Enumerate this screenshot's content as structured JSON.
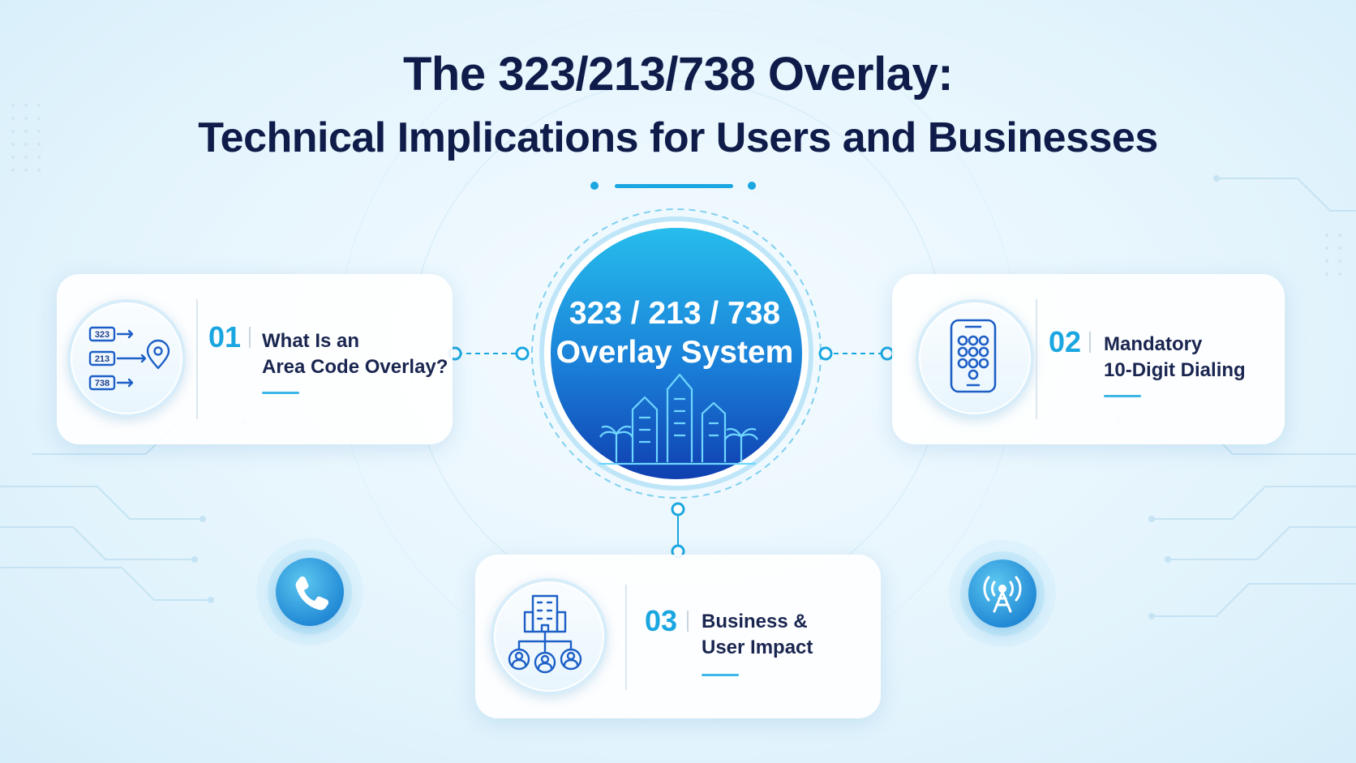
{
  "title": {
    "line1": "The 323/213/738 Overlay:",
    "line2": "Technical Implications for Users and Businesses"
  },
  "center": {
    "line1": "323 / 213 / 738",
    "line2": "Overlay System",
    "icon": "city-skyline-icon"
  },
  "cards": [
    {
      "number": "01",
      "label_line1": "What Is an",
      "label_line2": "Area Code Overlay?",
      "icon": "area-code-map-pin-icon",
      "codes": [
        "323",
        "213",
        "738"
      ]
    },
    {
      "number": "02",
      "label_line1": "Mandatory",
      "label_line2": "10-Digit Dialing",
      "icon": "phone-keypad-icon"
    },
    {
      "number": "03",
      "label_line1": "Business &",
      "label_line2": "User Impact",
      "icon": "business-users-icon"
    }
  ],
  "decor_icons": [
    "phone-icon",
    "signal-tower-icon"
  ],
  "colors": {
    "accent": "#1aa6e0",
    "title": "#0f1c4a",
    "center_top": "#22b6ea",
    "center_bottom": "#1146b8"
  }
}
